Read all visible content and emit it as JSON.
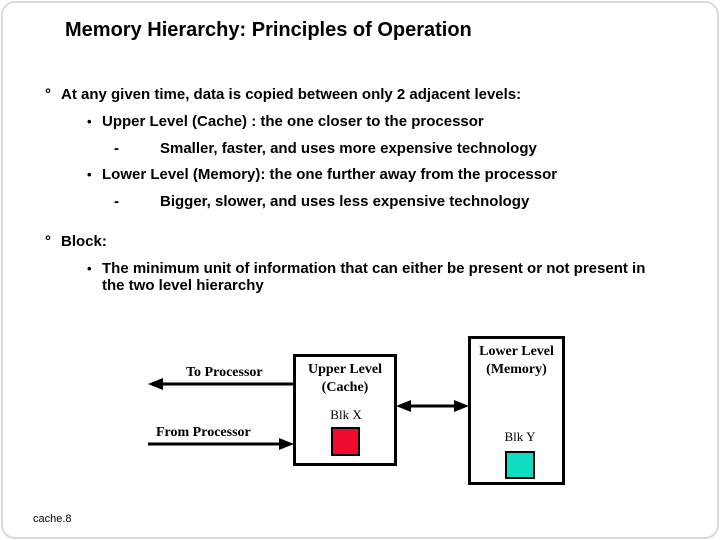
{
  "slide": {
    "title": "Memory Hierarchy: Principles of Operation",
    "footer": "cache.8"
  },
  "bullets": [
    {
      "marker": "°",
      "text": "At any given time, data is copied between only 2 adjacent levels:"
    },
    {
      "marker": "•",
      "text": "Upper Level (Cache) : the one closer to the processor"
    },
    {
      "marker": "-",
      "text": "Smaller, faster, and uses more expensive technology"
    },
    {
      "marker": "•",
      "text": "Lower Level (Memory): the one further away from the processor"
    },
    {
      "marker": "-",
      "text": "Bigger, slower, and uses less expensive technology"
    },
    {
      "marker": "°",
      "text": "Block:"
    },
    {
      "marker": "•",
      "text": "The minimum unit of information that can either be present or not present in the two level hierarchy"
    }
  ],
  "diagram": {
    "to_processor_label": "To Processor",
    "from_processor_label": "From Processor",
    "upper_box": {
      "line1": "Upper Level",
      "line2": "(Cache)",
      "block_label": "Blk X",
      "block_color": "#f10b2e"
    },
    "lower_box": {
      "line1": "Lower Level",
      "line2": "(Memory)",
      "block_label": "Blk Y",
      "block_color": "#10dcc2"
    },
    "arrow_color": "#000000"
  }
}
